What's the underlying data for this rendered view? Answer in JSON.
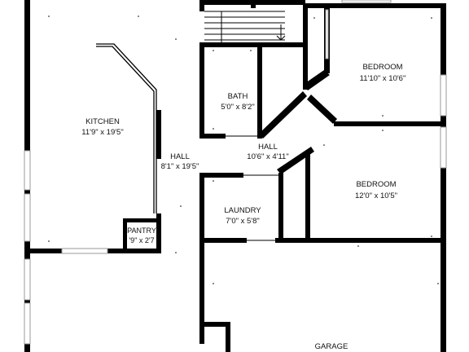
{
  "rooms": {
    "kitchen": {
      "name": "KITCHEN",
      "dims": "11'9\" x 19'5\""
    },
    "hall_left": {
      "name": "HALL",
      "dims": "8'1\" x 19'5\""
    },
    "bath": {
      "name": "BATH",
      "dims": "5'0\" x 8'2\""
    },
    "hall_mid": {
      "name": "HALL",
      "dims": "10'6\" x 4'11\""
    },
    "bedroom1": {
      "name": "BEDROOM",
      "dims": "11'10\" x 10'6\""
    },
    "bedroom2": {
      "name": "BEDROOM",
      "dims": "12'0\" x 10'5\""
    },
    "laundry": {
      "name": "LAUNDRY",
      "dims": "7'0\" x 5'8\""
    },
    "pantry": {
      "name": "PANTRY",
      "dims": "'9\" x 2'7"
    },
    "garage": {
      "name": "GARAGE",
      "dims": ""
    }
  }
}
